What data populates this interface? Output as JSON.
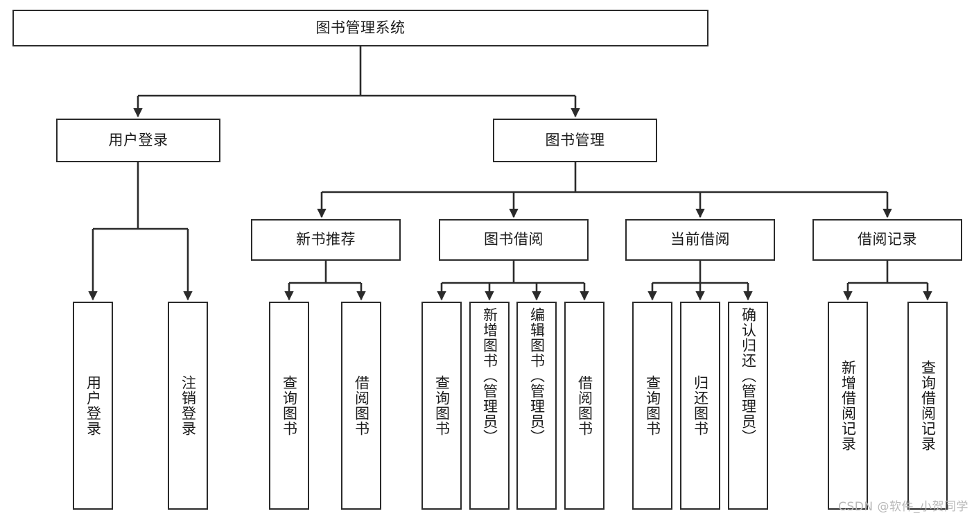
{
  "diagram": {
    "title": "图书管理系统",
    "type": "tree-hierarchy-diagram",
    "watermark": "CSDN @软件_小贺同学",
    "colors": {
      "background": "#ffffff",
      "node_border": "#2b2b2b",
      "node_fill": "#ffffff",
      "text": "#1b1b1b",
      "edge": "#2b2b2b",
      "watermark": "#b8b8b8"
    },
    "root": {
      "id": "root",
      "label": "图书管理系统"
    },
    "level2": [
      {
        "id": "user-login",
        "label": "用户登录"
      },
      {
        "id": "book-manage",
        "label": "图书管理"
      }
    ],
    "level3": [
      {
        "id": "new-book-recommend",
        "label": "新书推荐",
        "parent": "book-manage"
      },
      {
        "id": "book-borrow",
        "label": "图书借阅",
        "parent": "book-manage"
      },
      {
        "id": "current-borrow",
        "label": "当前借阅",
        "parent": "book-manage"
      },
      {
        "id": "borrow-record",
        "label": "借阅记录",
        "parent": "book-manage"
      }
    ],
    "leaves": [
      {
        "id": "leaf-user-login",
        "label": "用户登录",
        "parent": "user-login"
      },
      {
        "id": "leaf-logout-login",
        "label": "注销登录",
        "parent": "user-login"
      },
      {
        "id": "leaf-query-book-1",
        "label": "查询图书",
        "parent": "new-book-recommend"
      },
      {
        "id": "leaf-borrow-book-1",
        "label": "借阅图书",
        "parent": "new-book-recommend"
      },
      {
        "id": "leaf-query-book-2",
        "label": "查询图书",
        "parent": "book-borrow"
      },
      {
        "id": "leaf-add-book",
        "label": "新增图书（管理员）",
        "parent": "book-borrow"
      },
      {
        "id": "leaf-edit-book",
        "label": "编辑图书（管理员）",
        "parent": "book-borrow"
      },
      {
        "id": "leaf-borrow-book-2",
        "label": "借阅图书",
        "parent": "book-borrow"
      },
      {
        "id": "leaf-query-book-3",
        "label": "查询图书",
        "parent": "current-borrow"
      },
      {
        "id": "leaf-return-book",
        "label": "归还图书",
        "parent": "current-borrow"
      },
      {
        "id": "leaf-confirm-return",
        "label": "确认归还（管理员）",
        "parent": "current-borrow"
      },
      {
        "id": "leaf-add-record",
        "label": "新增借阅记录",
        "parent": "borrow-record"
      },
      {
        "id": "leaf-query-record",
        "label": "查询借阅记录",
        "parent": "borrow-record"
      }
    ]
  }
}
